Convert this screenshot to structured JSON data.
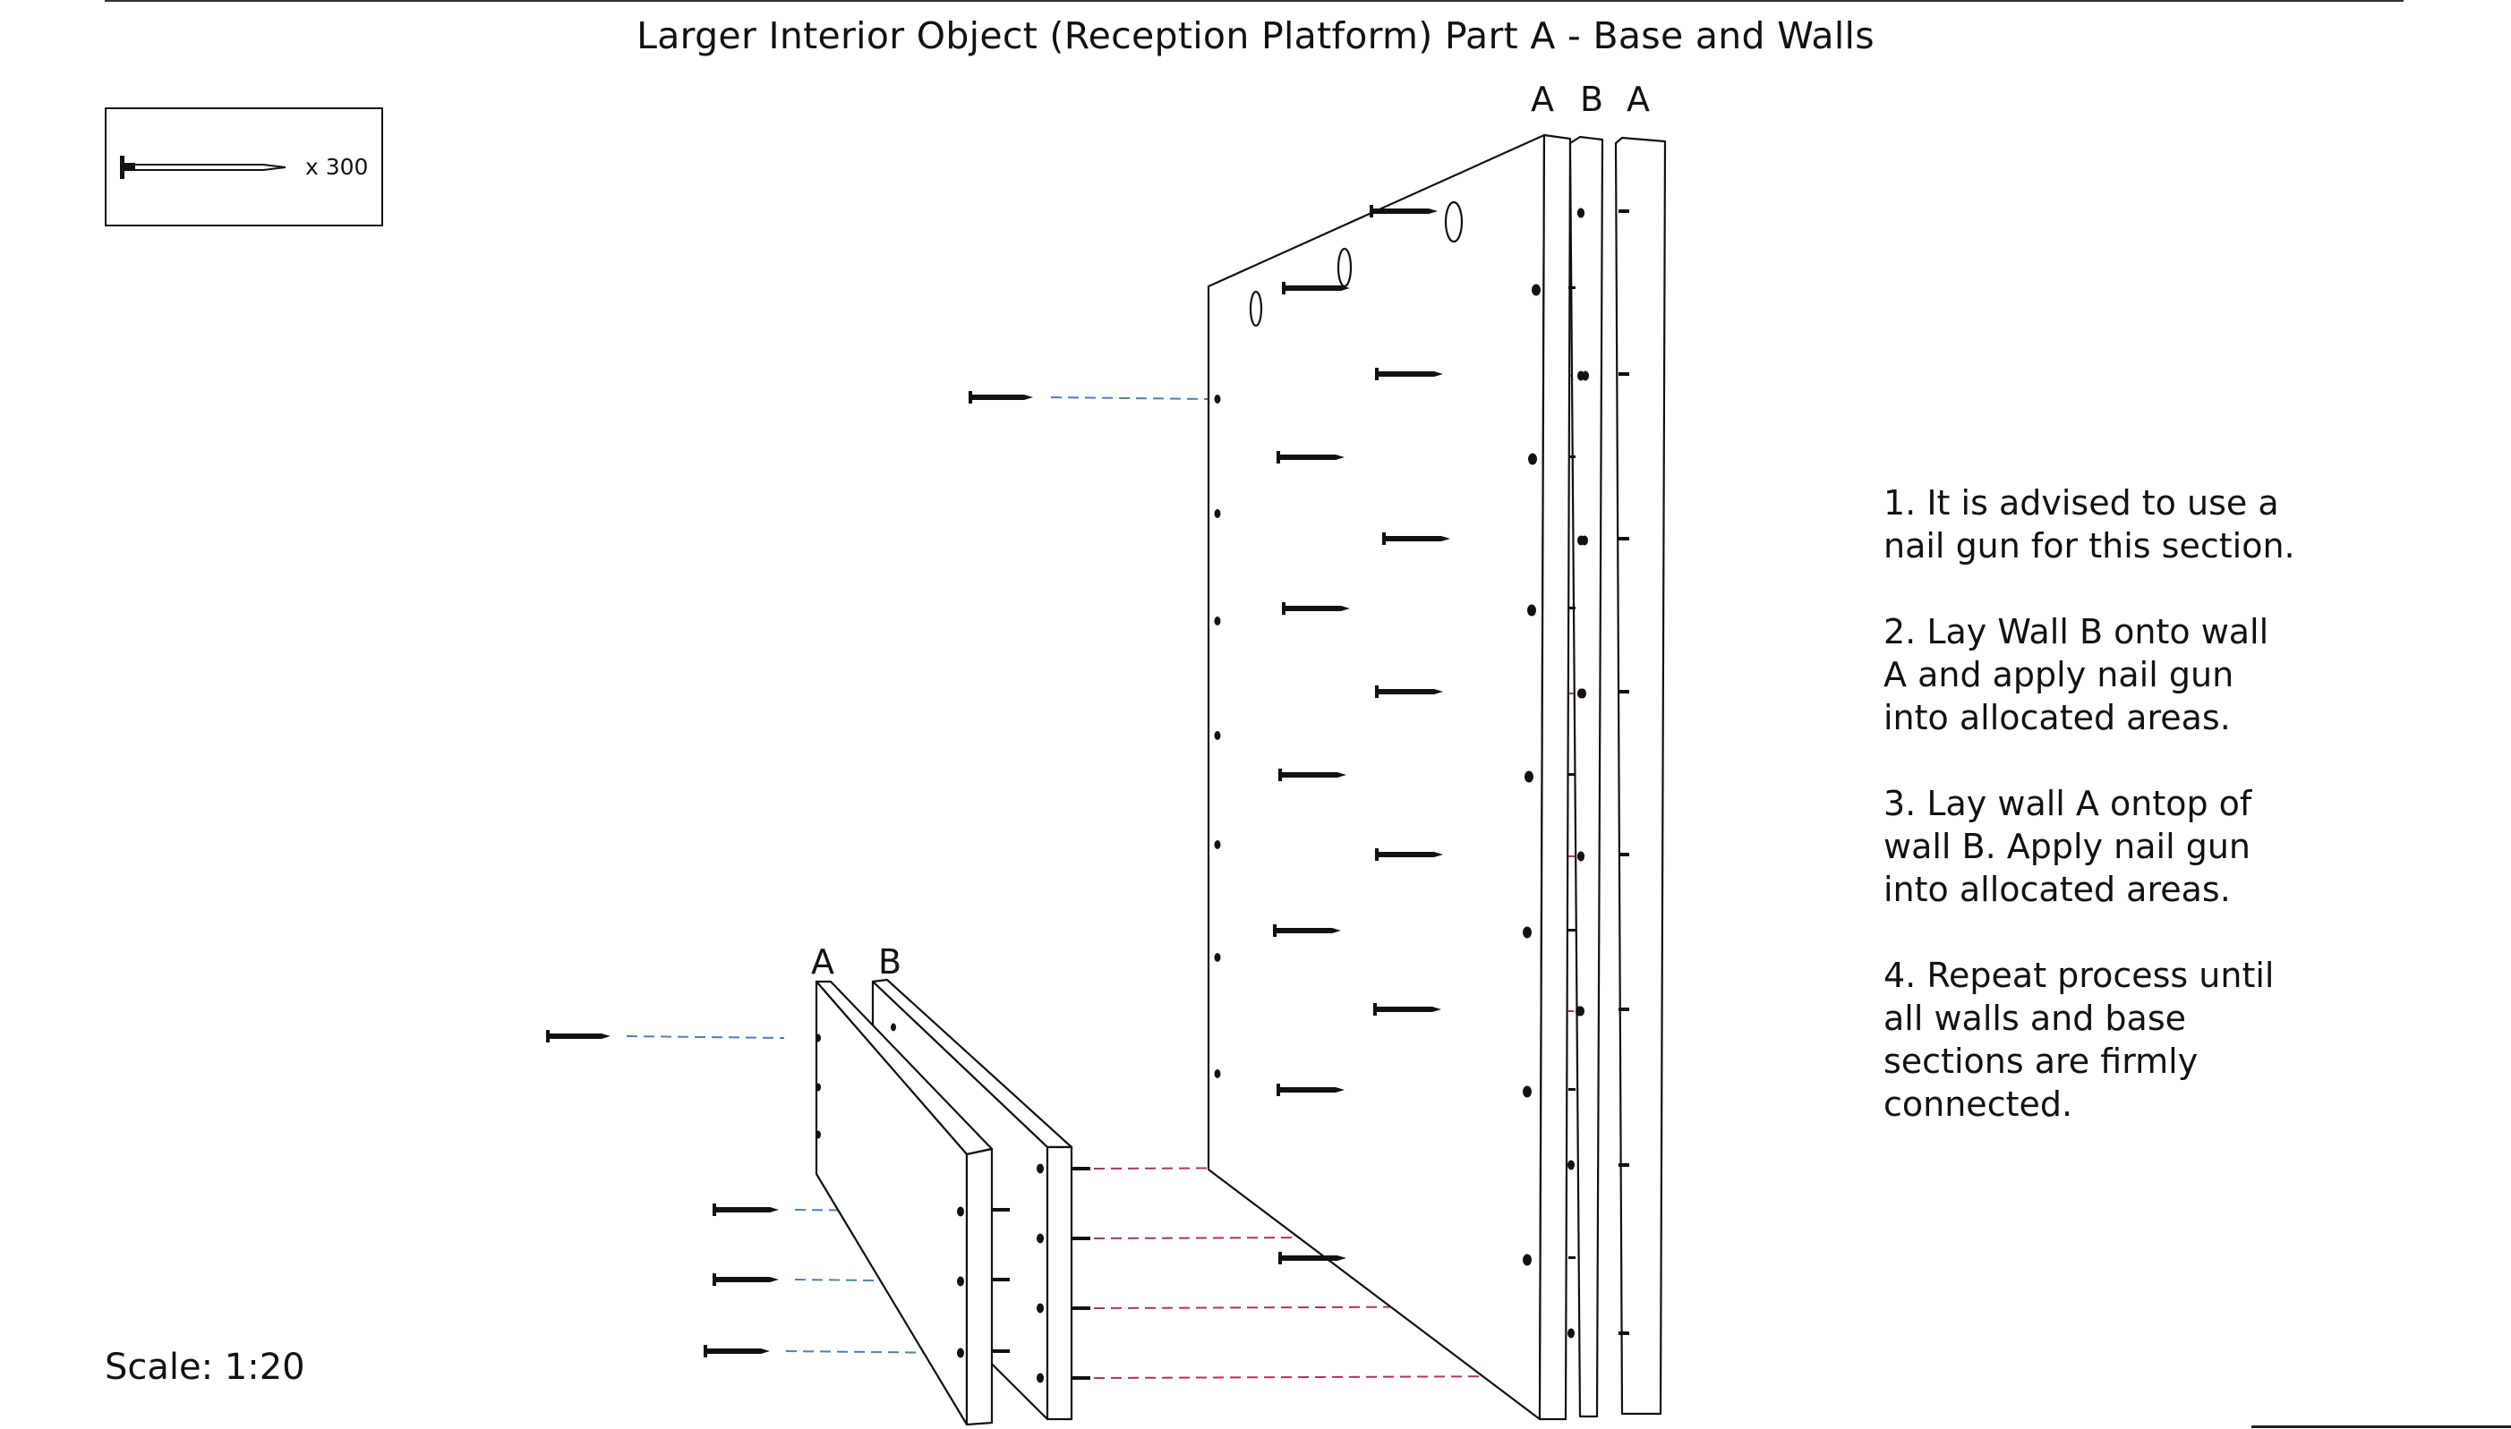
{
  "title": "Larger Interior Object (Reception Platform) Part A - Base and Walls",
  "legend": {
    "quantity": "x 300",
    "icon": "nail-icon"
  },
  "wall_labels": {
    "back_left": "A",
    "back_middle": "B",
    "back_right": "A",
    "front_left": "A",
    "front_right": "B"
  },
  "instructions": [
    "1. It is advised to use a\nnail gun for this section.",
    "2. Lay Wall B onto wall\nA and apply nail gun\ninto allocated areas.",
    "3. Lay wall A ontop of\nwall B. Apply nail gun\ninto allocated areas.",
    "4. Repeat process until\nall walls and base\nsections are firmly\nconnected."
  ],
  "scale": "Scale: 1:20",
  "colors": {
    "line": "#111111",
    "blue_guide": "#4f7fb8",
    "red_guide": "#b03355"
  }
}
